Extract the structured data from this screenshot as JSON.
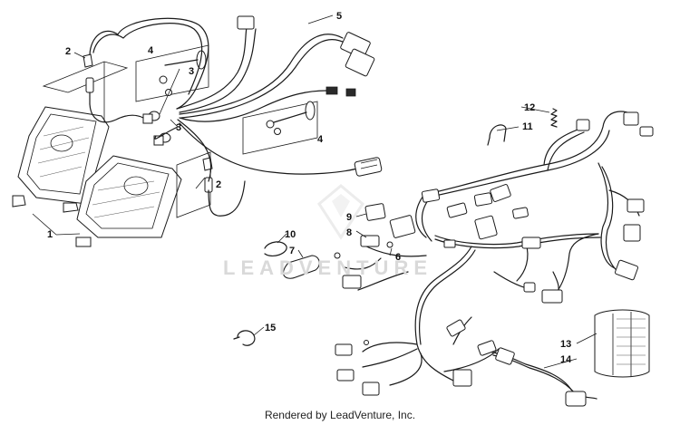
{
  "callouts": [
    {
      "id": "callout-1",
      "label": "1"
    },
    {
      "id": "callout-2a",
      "label": "2"
    },
    {
      "id": "callout-2b",
      "label": "2"
    },
    {
      "id": "callout-3a",
      "label": "3"
    },
    {
      "id": "callout-3b",
      "label": "3"
    },
    {
      "id": "callout-4a",
      "label": "4"
    },
    {
      "id": "callout-4b",
      "label": "4"
    },
    {
      "id": "callout-5",
      "label": "5"
    },
    {
      "id": "callout-6",
      "label": "6"
    },
    {
      "id": "callout-7",
      "label": "7"
    },
    {
      "id": "callout-8",
      "label": "8"
    },
    {
      "id": "callout-9",
      "label": "9"
    },
    {
      "id": "callout-10",
      "label": "10"
    },
    {
      "id": "callout-11",
      "label": "11"
    },
    {
      "id": "callout-12",
      "label": "12"
    },
    {
      "id": "callout-13",
      "label": "13"
    },
    {
      "id": "callout-14",
      "label": "14"
    },
    {
      "id": "callout-15",
      "label": "15"
    }
  ],
  "watermark": "LEADVENTURE",
  "footer": {
    "credit": "Rendered by LeadVenture, Inc."
  }
}
